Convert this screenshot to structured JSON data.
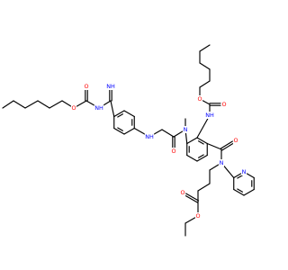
{
  "figure": {
    "type": "chemical-structure",
    "colors": {
      "background": "#ffffff",
      "bond": "#000000",
      "oxygen": "#ff0000",
      "nitrogen": "#0000ff"
    }
  },
  "atom_labels": [
    {
      "id": "nh-imine",
      "text": "NH",
      "color": "nitrogen"
    },
    {
      "id": "nh-carbamate-left",
      "text": "NH",
      "color": "nitrogen"
    },
    {
      "id": "o-carbonyl-left",
      "text": "O",
      "color": "oxygen"
    },
    {
      "id": "o-ester-left",
      "text": "O",
      "color": "oxygen"
    },
    {
      "id": "nh-aniline",
      "text": "NH",
      "color": "nitrogen"
    },
    {
      "id": "n-methyl",
      "text": "N",
      "color": "nitrogen"
    },
    {
      "id": "o-amide-glycyl",
      "text": "O",
      "color": "oxygen"
    },
    {
      "id": "nh-carbamate-right",
      "text": "NH",
      "color": "nitrogen"
    },
    {
      "id": "o-carbonyl-right",
      "text": "O",
      "color": "oxygen"
    },
    {
      "id": "o-ester-right",
      "text": "O",
      "color": "oxygen"
    },
    {
      "id": "o-amide-benzoyl",
      "text": "O",
      "color": "oxygen"
    },
    {
      "id": "n-amide",
      "text": "N",
      "color": "nitrogen"
    },
    {
      "id": "n-pyridine",
      "text": "N",
      "color": "nitrogen"
    },
    {
      "id": "o-ethyl-ester-carbonyl",
      "text": "O",
      "color": "oxygen"
    },
    {
      "id": "o-ethyl-ester",
      "text": "O",
      "color": "oxygen"
    }
  ]
}
